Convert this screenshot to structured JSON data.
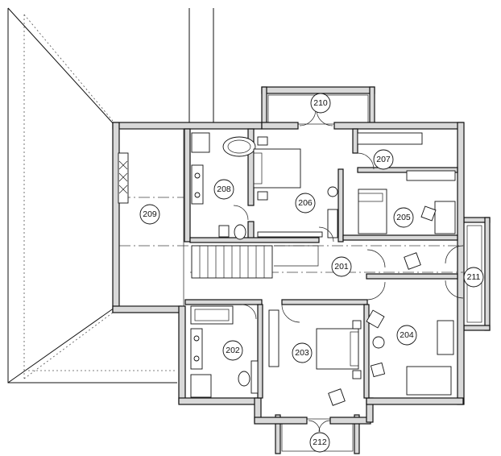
{
  "rooms": [
    {
      "id": "201",
      "label": "201"
    },
    {
      "id": "202",
      "label": "202"
    },
    {
      "id": "203",
      "label": "203"
    },
    {
      "id": "204",
      "label": "204"
    },
    {
      "id": "205",
      "label": "205"
    },
    {
      "id": "206",
      "label": "206"
    },
    {
      "id": "207",
      "label": "207"
    },
    {
      "id": "208",
      "label": "208"
    },
    {
      "id": "209",
      "label": "209"
    },
    {
      "id": "210",
      "label": "210"
    },
    {
      "id": "211",
      "label": "211"
    },
    {
      "id": "212",
      "label": "212"
    }
  ]
}
